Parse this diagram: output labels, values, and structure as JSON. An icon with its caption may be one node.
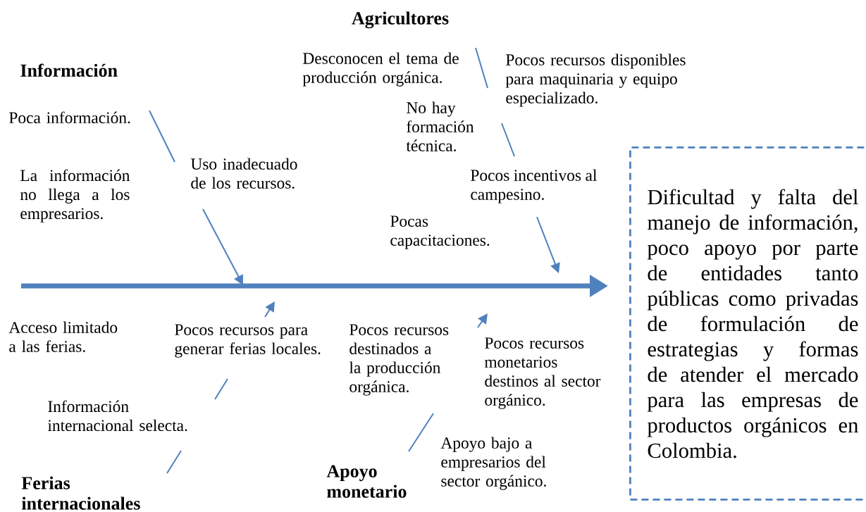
{
  "diagram": {
    "nodes": [
      {
        "text": [
          "Información"
        ]
      },
      {
        "text": [
          "Agricultores"
        ]
      },
      {
        "text": [
          "Ferias internacionales"
        ]
      },
      {
        "text": [
          "Apoyo monetario"
        ]
      },
      {
        "text": [
          "Dificultad y falta del manejo de información, poco apoyo por parte de entidades tanto públicas como privadas de formulación de estrategias y formas de atender el mercado para las empresas de productos orgánicos en Colombia."
        ]
      }
    ],
    "edges": [
      {
        "from": null,
        "to": 4,
        "arrow": "to"
      }
    ],
    "labels": [
      "Desconocen el tema de producción orgánica.",
      "Pocos recursos disponibles para maquinaria y equipo especializado.",
      "Poca información.",
      "No hay formación técnica.",
      "Uso inadecuado de los recursos.",
      "La información no llega a los empresarios.",
      "Pocos incentivos al campesino.",
      "Pocas capacitaciones.",
      "Acceso limitado a las ferias.",
      "Pocos recursos para generar ferias locales.",
      "Pocos recursos destinados a la producción orgánica.",
      "Pocos recursos monetarios destinos al sector orgánico.",
      "Información internacional selecta.",
      "Apoyo bajo a empresarios del sector orgánico."
    ]
  }
}
